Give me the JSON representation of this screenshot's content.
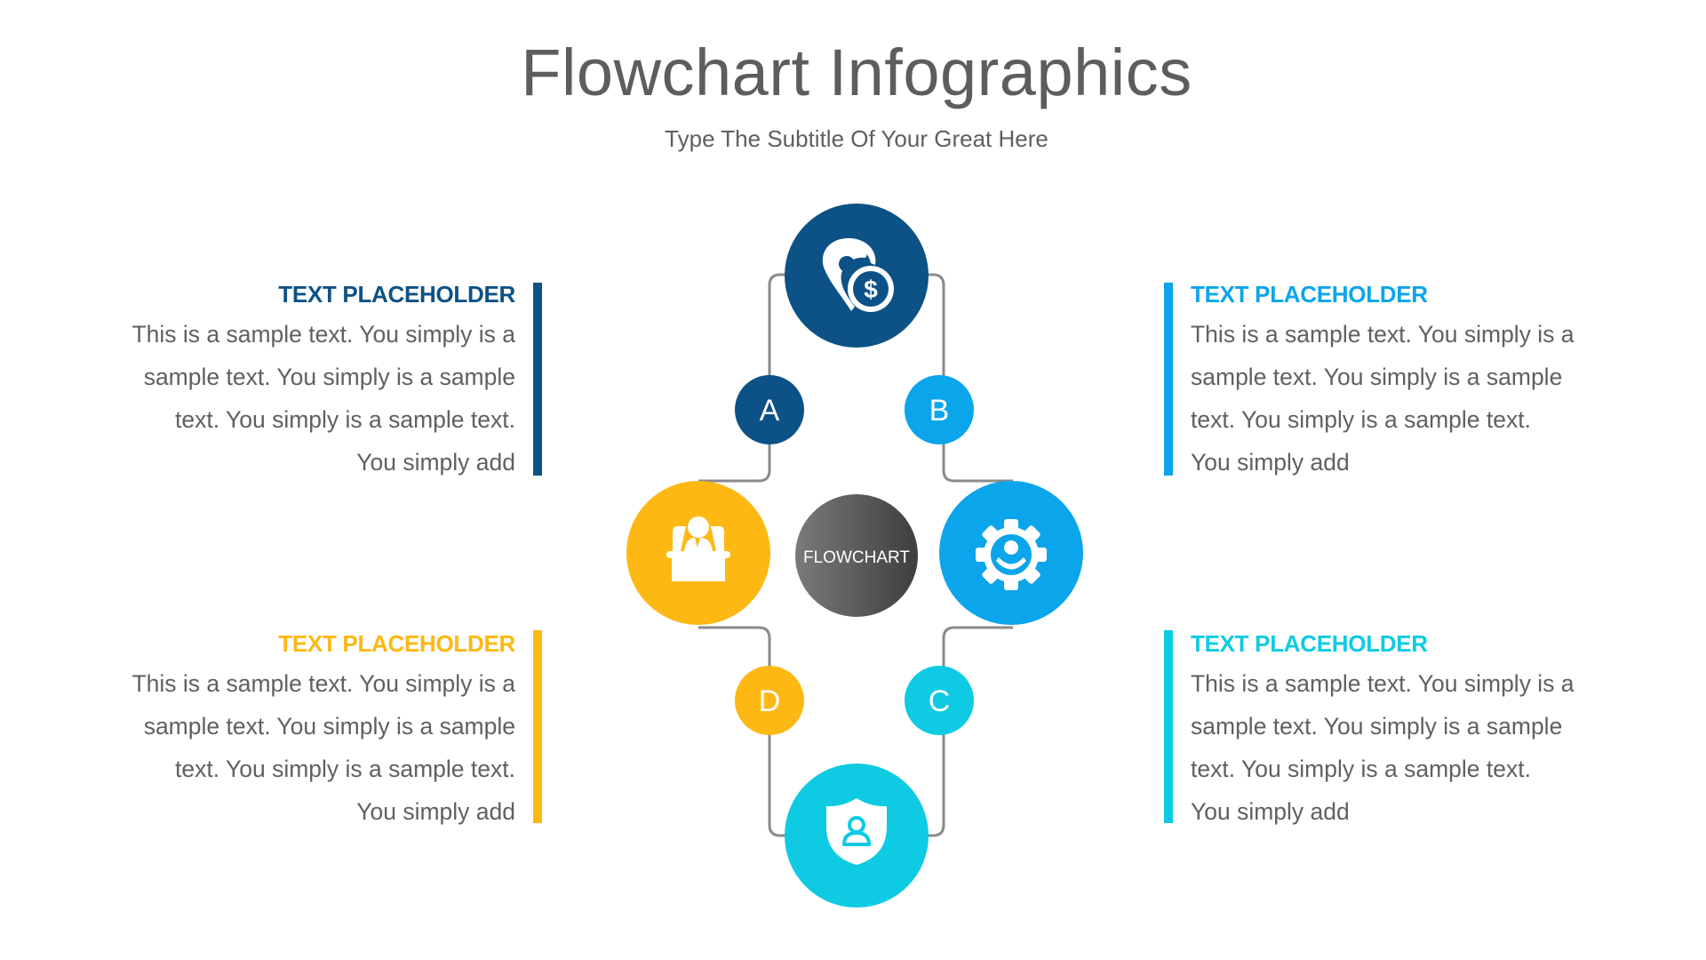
{
  "header": {
    "title": "Flowchart Infographics",
    "subtitle": "Type The Subtitle Of Your Great Here"
  },
  "colors": {
    "navy": "#0d5286",
    "amber": "#fdb813",
    "blue": "#0ba5ec",
    "cyan": "#0ecbe3",
    "connector": "#8a8a8a",
    "text": "#5f5f5f",
    "center_gradient_start": "#7a7a7a",
    "center_gradient_end": "#3e3e3e"
  },
  "diagram": {
    "center_label": "FLOWCHART",
    "nodes": [
      {
        "id": "top",
        "icon": "location-dollar-icon",
        "color": "#0d5286"
      },
      {
        "id": "left",
        "icon": "speaker-podium-icon",
        "color": "#fdb813"
      },
      {
        "id": "right",
        "icon": "gear-user-icon",
        "color": "#0ba5ec"
      },
      {
        "id": "bottom",
        "icon": "shield-user-icon",
        "color": "#0ecbe3"
      }
    ],
    "steps": [
      {
        "label": "A",
        "color": "#0d5286"
      },
      {
        "label": "B",
        "color": "#0ba5ec"
      },
      {
        "label": "C",
        "color": "#0ecbe3"
      },
      {
        "label": "D",
        "color": "#fdb813"
      }
    ]
  },
  "blocks": {
    "top_left": {
      "heading": "TEXT PLACEHOLDER",
      "lines": [
        "This is a sample text. You simply is a",
        "sample text. You simply is a sample",
        "text. You simply is a sample text.",
        "You simply add"
      ]
    },
    "top_right": {
      "heading": "TEXT PLACEHOLDER",
      "lines": [
        "This is a sample text. You simply is a",
        "sample text. You simply is a sample",
        "text. You simply is a sample text.",
        "You simply add"
      ]
    },
    "bottom_left": {
      "heading": "TEXT PLACEHOLDER",
      "lines": [
        "This is a sample text. You simply is a",
        "sample text. You simply is a sample",
        "text. You simply is a sample text.",
        "You simply add"
      ]
    },
    "bottom_right": {
      "heading": "TEXT PLACEHOLDER",
      "lines": [
        "This is a sample text. You simply is a",
        "sample text. You simply is a sample",
        "text. You simply is a sample text.",
        "You simply add"
      ]
    }
  }
}
